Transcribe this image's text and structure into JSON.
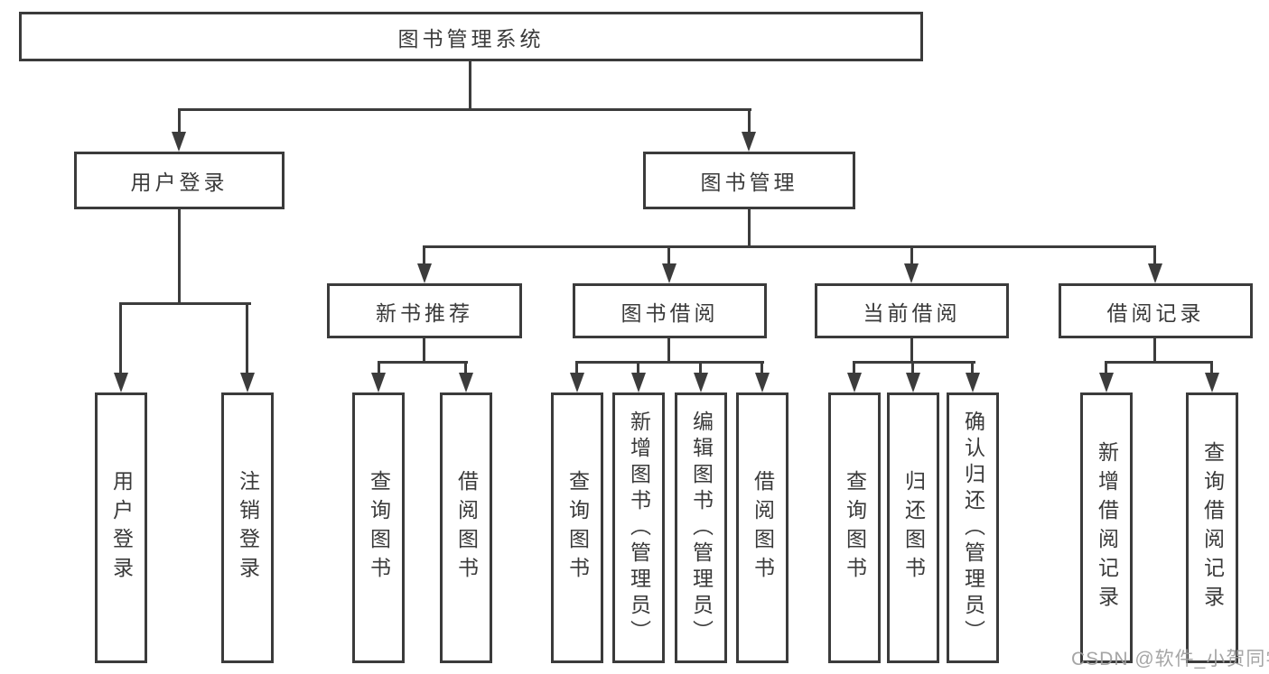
{
  "tree": {
    "root": {
      "label": "图书管理系统",
      "children": [
        {
          "label": "用户登录",
          "children": [
            {
              "label": "用户登录"
            },
            {
              "label": "注销登录"
            }
          ]
        },
        {
          "label": "图书管理",
          "children": [
            {
              "label": "新书推荐",
              "children": [
                {
                  "label": "查询图书"
                },
                {
                  "label": "借阅图书"
                }
              ]
            },
            {
              "label": "图书借阅",
              "children": [
                {
                  "label": "查询图书"
                },
                {
                  "label": "新增图书（管理员）"
                },
                {
                  "label": "编辑图书（管理员）"
                },
                {
                  "label": "借阅图书"
                }
              ]
            },
            {
              "label": "当前借阅",
              "children": [
                {
                  "label": "查询图书"
                },
                {
                  "label": "归还图书"
                },
                {
                  "label": "确认归还（管理员）"
                }
              ]
            },
            {
              "label": "借阅记录",
              "children": [
                {
                  "label": "新增借阅记录"
                },
                {
                  "label": "查询借阅记录"
                }
              ]
            }
          ]
        }
      ]
    }
  },
  "watermark": {
    "text": "CSDN @软件_小贺同学"
  },
  "colors": {
    "line": "#3c3c3c",
    "text": "#3a3a3a",
    "watermark": "#9e9e9e",
    "background": "#ffffff"
  }
}
